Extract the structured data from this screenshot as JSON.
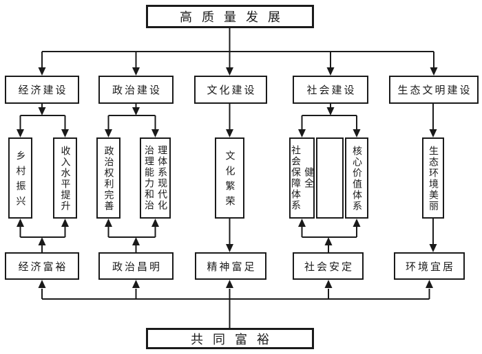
{
  "diagram": {
    "top_title": "高质量发展",
    "construction": {
      "economic": "经济建设",
      "political": "政治建设",
      "cultural": "文化建设",
      "social": "社会建设",
      "eco_civilization": "生态文明建设"
    },
    "middle": {
      "rural_revitalization": "乡村振兴",
      "income_level_rise": "收入水平提升",
      "political_rights": "政治权利完善",
      "governance_col_left": "治理能力和治",
      "governance_col_right": "理体系现代化",
      "cultural_prosperity": "文化繁荣",
      "social_security_col_left": "社会保障体系",
      "social_security_col_right": "健全",
      "core_value_system": "核心价值体系",
      "beautiful_ecology": "生态环境美丽"
    },
    "outcomes": {
      "economic_affluence": "经济富裕",
      "political_enlightenment": "政治昌明",
      "spiritual_richness": "精神富足",
      "social_stability": "社会安定",
      "livable_environment": "环境宜居"
    },
    "bottom_title": "共同富裕"
  },
  "colors": {
    "line": "#1a1a1a",
    "text": "#1a1a1a",
    "background": "#ffffff"
  }
}
